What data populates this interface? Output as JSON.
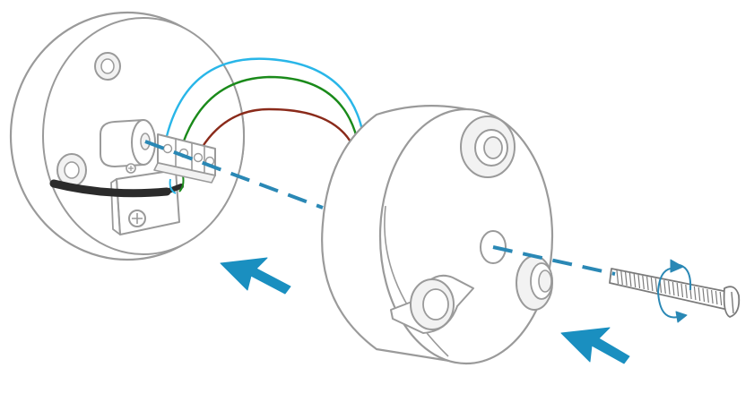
{
  "diagram": {
    "kind": "exploded-assembly-illustration",
    "steps": [
      "back-box",
      "wiring",
      "front-housing",
      "mounting-screw"
    ]
  },
  "colors": {
    "outline": "#9a9a9a",
    "outline_dark": "#7a7a7a",
    "accent_blue": "#2a88b5",
    "arrow_blue": "#1a8fc0",
    "wire_blue": "#29b6e8",
    "wire_green": "#1a8a1a",
    "wire_brown": "#8a2a1a",
    "cable": "#2b2b2b",
    "fill": "#ffffff",
    "shade": "#f2f2f2"
  },
  "icons": [
    "rotate-arrow-icon",
    "direction-arrow-icon",
    "screw-icon",
    "terminal-block-icon"
  ]
}
